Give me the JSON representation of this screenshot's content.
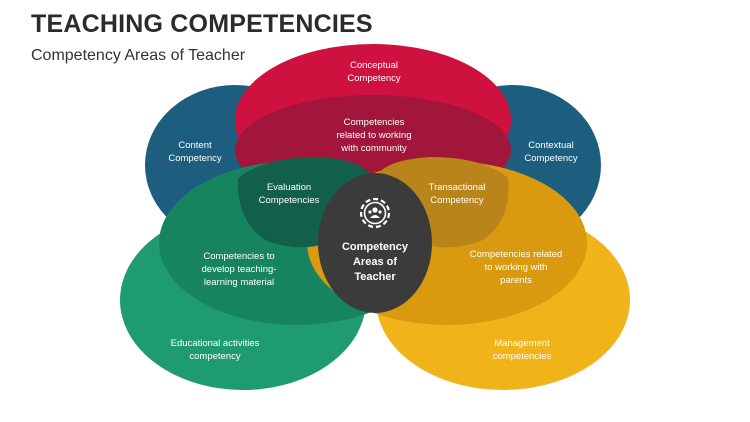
{
  "header": {
    "title": "TEACHING COMPETENCIES",
    "subtitle": "Competency Areas of Teacher"
  },
  "colors": {
    "blue": "#1d5e7e",
    "red": "#cf1140",
    "green": "#1f9b72",
    "orange": "#f0b31a",
    "center": "#3b3b3b"
  },
  "center": {
    "icon": "gear-people-icon",
    "line1": "Competency",
    "line2": "Areas of",
    "line3": "Teacher"
  },
  "labels": {
    "conceptual": [
      "Conceptual",
      "Competency"
    ],
    "content": [
      "Content",
      "Competency"
    ],
    "contextual": [
      "Contextual",
      "Competency"
    ],
    "community": [
      "Competencies",
      "related to working",
      "with community"
    ],
    "evaluation": [
      "Evaluation",
      "Competencies"
    ],
    "transactional": [
      "Transactional",
      "Competency"
    ],
    "teaching_material": [
      "Competencies to",
      "develop teaching-",
      "learning material"
    ],
    "parents": [
      "Competencies related",
      "to working with",
      "parents"
    ],
    "educational": [
      "Educational activities",
      "competency"
    ],
    "management": [
      "Management",
      "competencies"
    ]
  }
}
